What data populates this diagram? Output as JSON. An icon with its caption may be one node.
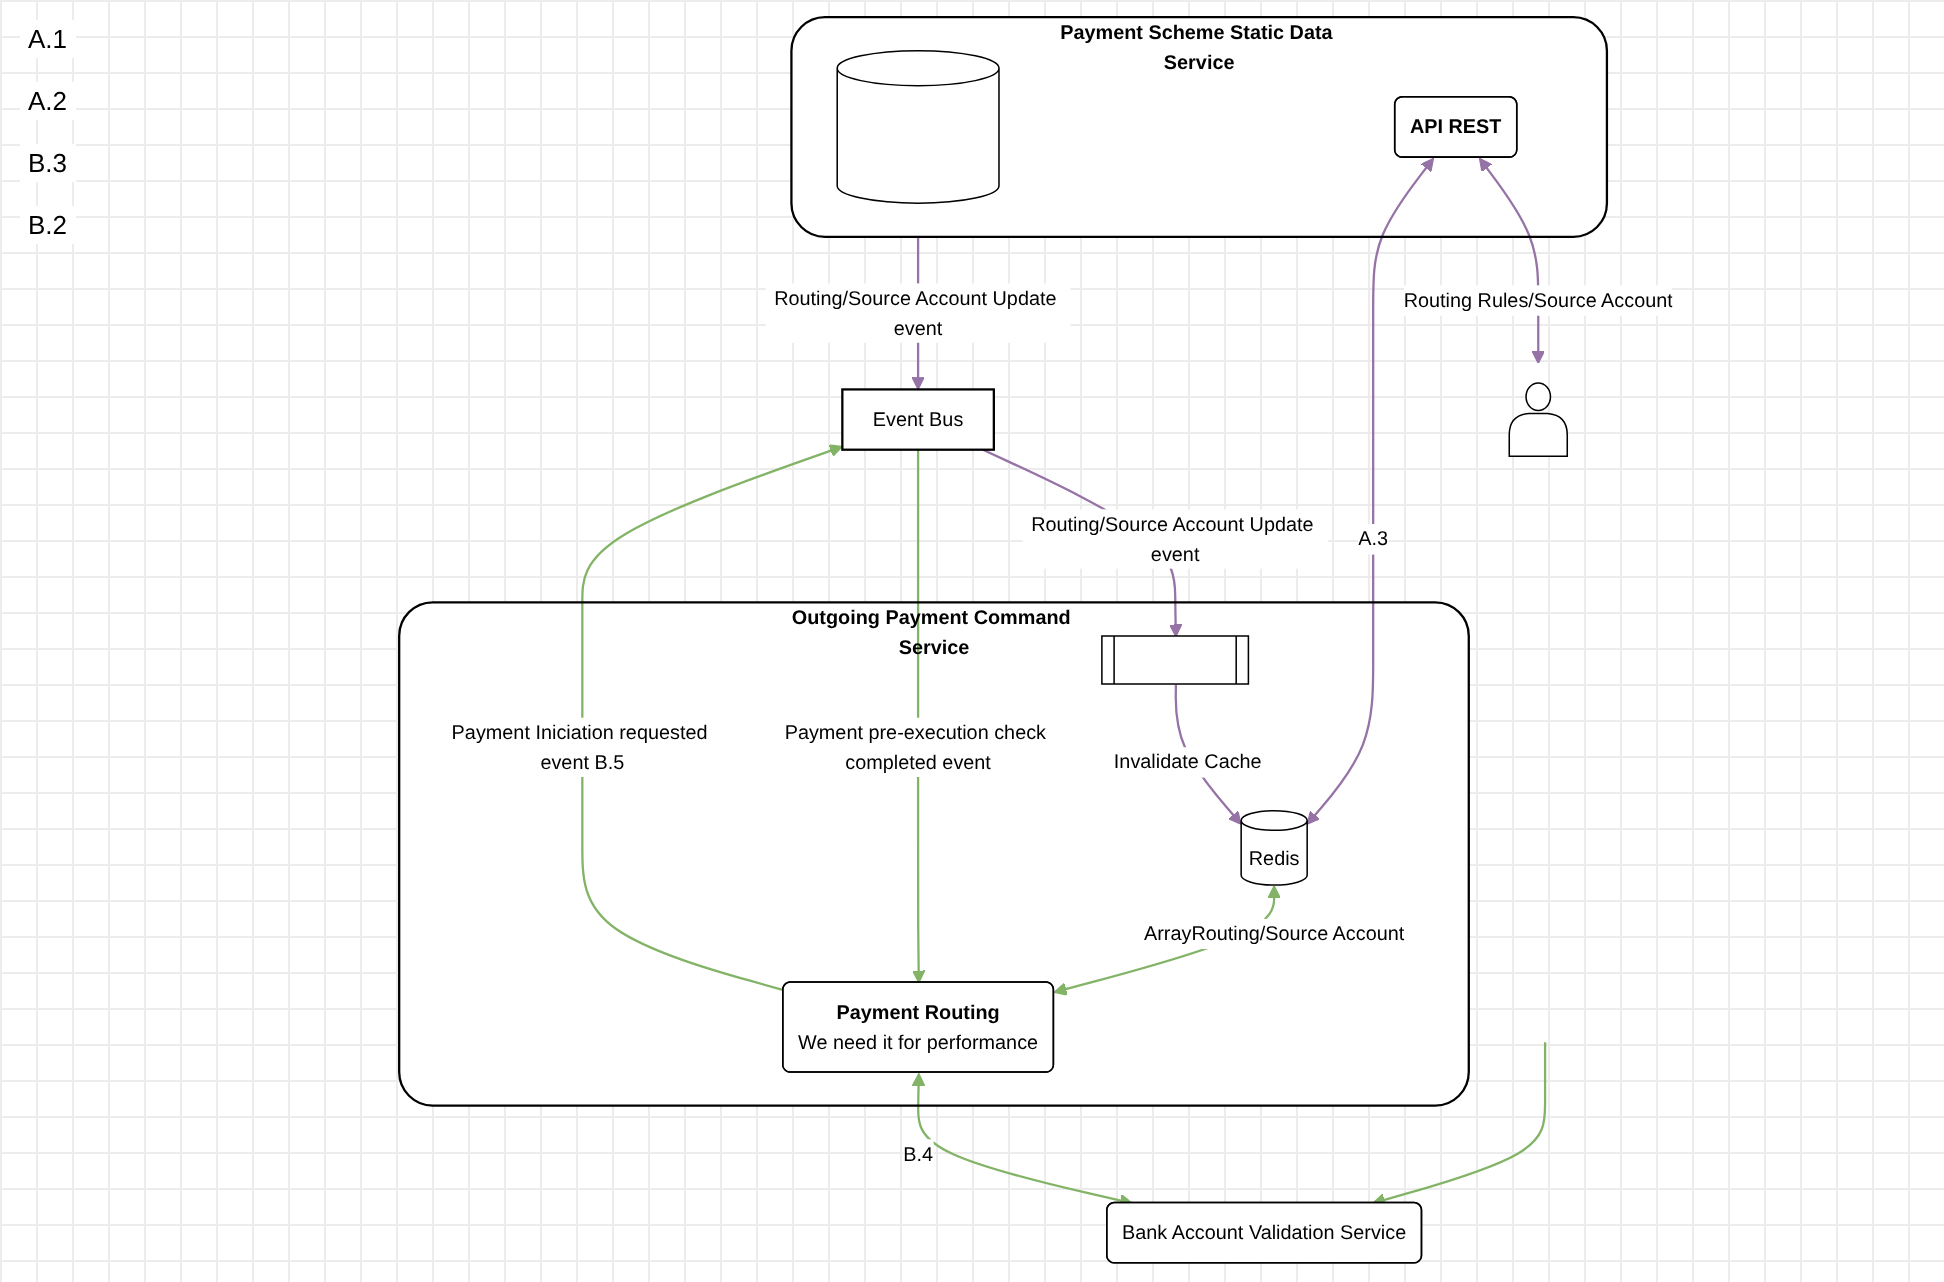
{
  "diagram": {
    "nodes": [
      {
        "text": [
          "Event Bus"
        ]
      },
      {
        "text": [
          "Payment Scheme Static Data Service"
        ]
      },
      {
        "text": [],
        "shape": "cylinder",
        "in": 1
      },
      {
        "text": [
          "API REST"
        ],
        "in": 1
      },
      {
        "text": [],
        "shape": "person"
      },
      {
        "text": [
          "Outgoing Payment Command Service"
        ]
      },
      {
        "text": [],
        "shape": "box",
        "in": 5
      },
      {
        "text": [
          "Redis"
        ],
        "in": 5
      },
      {
        "text": [
          "Payment Routing",
          "We need it for performance"
        ],
        "in": 5
      },
      {
        "text": [
          "Bank Account Validation Service"
        ]
      }
    ],
    "edges": [
      {
        "from": 1,
        "to": 0,
        "arrow": "to",
        "label": "Routing/Source Account Update event",
        "color": "#9673a6"
      },
      {
        "from": 3,
        "to": 4,
        "arrow": "both",
        "label": "Routing Rules/Source Account",
        "color": "#9673a6"
      },
      {
        "from": 0,
        "to": 6,
        "arrow": "to",
        "label": "Routing/Source Account Update event",
        "color": "#9673a6"
      },
      {
        "from": 6,
        "to": 7,
        "arrow": "to",
        "label": "Invalidate Cache",
        "color": "#9673a6"
      },
      {
        "from": 3,
        "to": 7,
        "arrow": "both",
        "label": "A.3",
        "color": "#9673a6"
      },
      {
        "from": 7,
        "to": 8,
        "arrow": "both",
        "label": "ArrayRouting/Source Account",
        "color": "#82b366"
      },
      {
        "from": 0,
        "to": 8,
        "arrow": "to",
        "label": "Payment pre-execution check completed event",
        "color": "#82b366"
      },
      {
        "from": 8,
        "to": 0,
        "arrow": "to",
        "label": "Payment Iniciation requested event B.5",
        "color": "#82b366"
      },
      {
        "from": 8,
        "to": 9,
        "arrow": "both",
        "label": "B.4",
        "color": "#82b366"
      },
      {
        "from": null,
        "to": 9,
        "arrow": "to",
        "color": "#82b366"
      }
    ],
    "labels": [
      "A.1",
      "A.2",
      "B.3",
      "B.2"
    ]
  }
}
